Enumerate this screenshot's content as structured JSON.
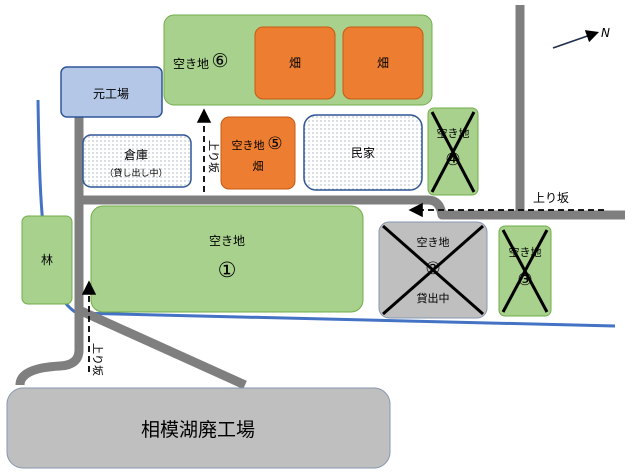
{
  "map": {
    "north_label": "N",
    "plots": {
      "former_factory": "元工場",
      "warehouse": "倉庫",
      "warehouse_note": "（貸し出し中）",
      "lot6": {
        "label": "空き地",
        "number": "⑥"
      },
      "field_a": "畑",
      "field_b": "畑",
      "lot5": {
        "label": "空き地",
        "number": "⑤",
        "sub": "畑"
      },
      "private_house": "民家",
      "lot4": {
        "label": "空き地",
        "number": "④"
      },
      "forest": "林",
      "lot1": {
        "label": "空き地",
        "number": "①"
      },
      "lot2": {
        "label": "空き地",
        "number": "②",
        "sub": "貸出中"
      },
      "lot3": {
        "label": "空き地",
        "number": "③"
      },
      "main_factory": "相模湖廃工場"
    },
    "slopes": {
      "east_road": "上り坂",
      "north_path": "上り坂",
      "south_path": "上り坂"
    },
    "colors": {
      "vacant_lot": "#a9d18e",
      "field": "#ed7d31",
      "building_blue": "#b4c7e7",
      "factory_gray": "#bfbfbf",
      "road": "#7f7f7f",
      "river": "#4472c4",
      "outline": "#2f5597"
    }
  }
}
